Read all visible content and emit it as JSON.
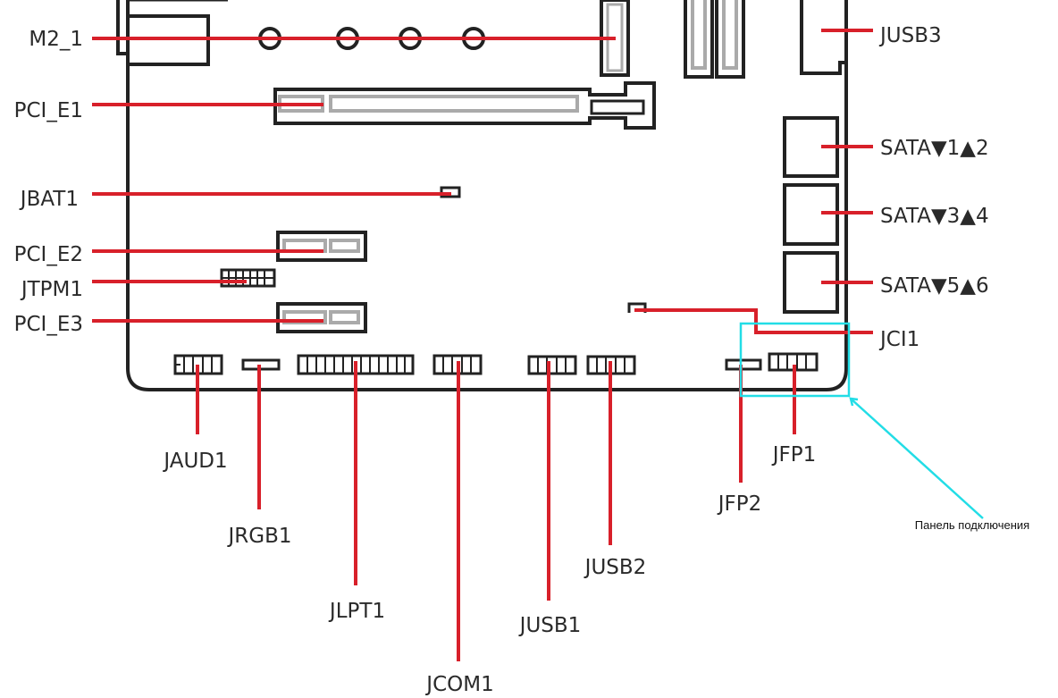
{
  "colors": {
    "leader": "#d8202a",
    "outline": "#222222",
    "inner_slot": "#aaaaaa",
    "highlight": "#22dde6",
    "text": "#2a2a2a"
  },
  "labels": {
    "m2_1": "M2_1",
    "pci_e1": "PCI_E1",
    "jbat1": "JBAT1",
    "pci_e2": "PCI_E2",
    "jtpm1": "JTPM1",
    "pci_e3": "PCI_E3",
    "jusb3": "JUSB3",
    "sata12": "SATA▼1▲2",
    "sata34": "SATA▼3▲4",
    "sata56": "SATA▼5▲6",
    "jci1": "JCI1",
    "jaud1": "JAUD1",
    "jrgb1": "JRGB1",
    "jlpt1": "JLPT1",
    "jcom1": "JCOM1",
    "jusb1": "JUSB1",
    "jusb2": "JUSB2",
    "jfp2": "JFP2",
    "jfp1": "JFP1"
  },
  "annotation": {
    "front_panel_note": "Панель подключения"
  }
}
